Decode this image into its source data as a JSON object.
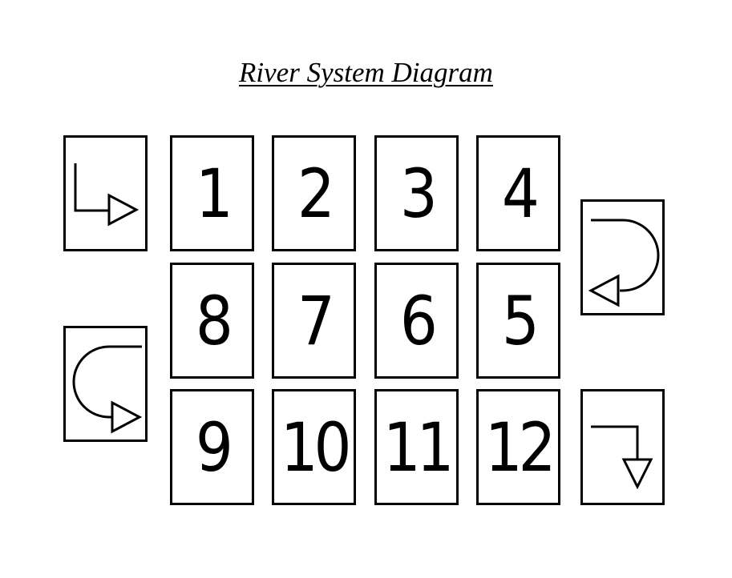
{
  "diagram": {
    "title": "River System Diagram",
    "number_cards": [
      {
        "label": "1"
      },
      {
        "label": "2"
      },
      {
        "label": "3"
      },
      {
        "label": "4"
      },
      {
        "label": "5"
      },
      {
        "label": "6"
      },
      {
        "label": "7"
      },
      {
        "label": "8"
      },
      {
        "label": "9"
      },
      {
        "label": "10"
      },
      {
        "label": "11"
      },
      {
        "label": "12"
      }
    ],
    "arrow_cards": [
      {
        "icon": "elbow-right-arrow-icon"
      },
      {
        "icon": "u-turn-left-arrow-icon"
      },
      {
        "icon": "u-turn-right-arrow-icon"
      },
      {
        "icon": "elbow-down-arrow-icon"
      }
    ]
  }
}
